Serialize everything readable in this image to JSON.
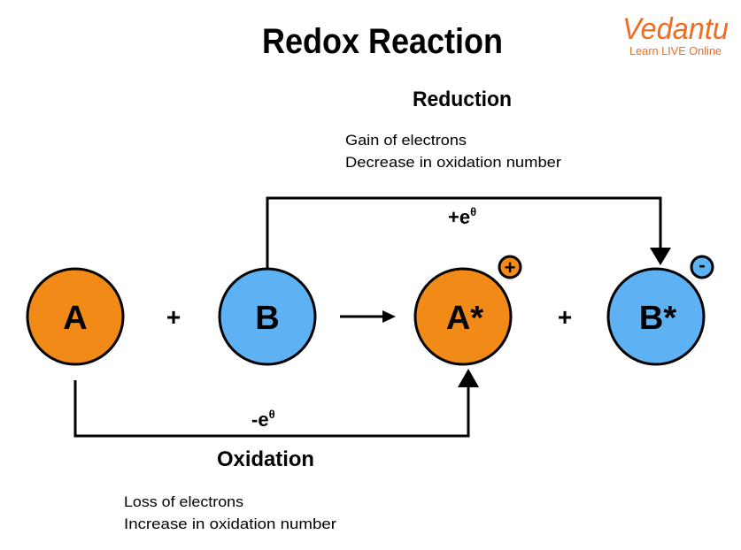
{
  "title": "Redox Reaction",
  "logo": {
    "brand": "Vedantu",
    "tagline": "Learn LIVE Online"
  },
  "colors": {
    "orange": "#F28A17",
    "blue": "#5EB1F2",
    "logo": "#F26B21"
  },
  "species": {
    "a": "A",
    "b": "B",
    "a_star": "A*",
    "b_star": "B*"
  },
  "operators": {
    "plus1": "+",
    "plus2": "+"
  },
  "badges": {
    "positive": "+",
    "negative": "-"
  },
  "reduction": {
    "title": "Reduction",
    "line1": "Gain of electrons",
    "line2": "Decrease in oxidation number",
    "electron_base": "+e",
    "electron_sup": "θ"
  },
  "oxidation": {
    "title": "Oxidation",
    "line1": "Loss of electrons",
    "line2": "Increase in oxidation number",
    "electron_base": "-e",
    "electron_sup": "θ"
  }
}
